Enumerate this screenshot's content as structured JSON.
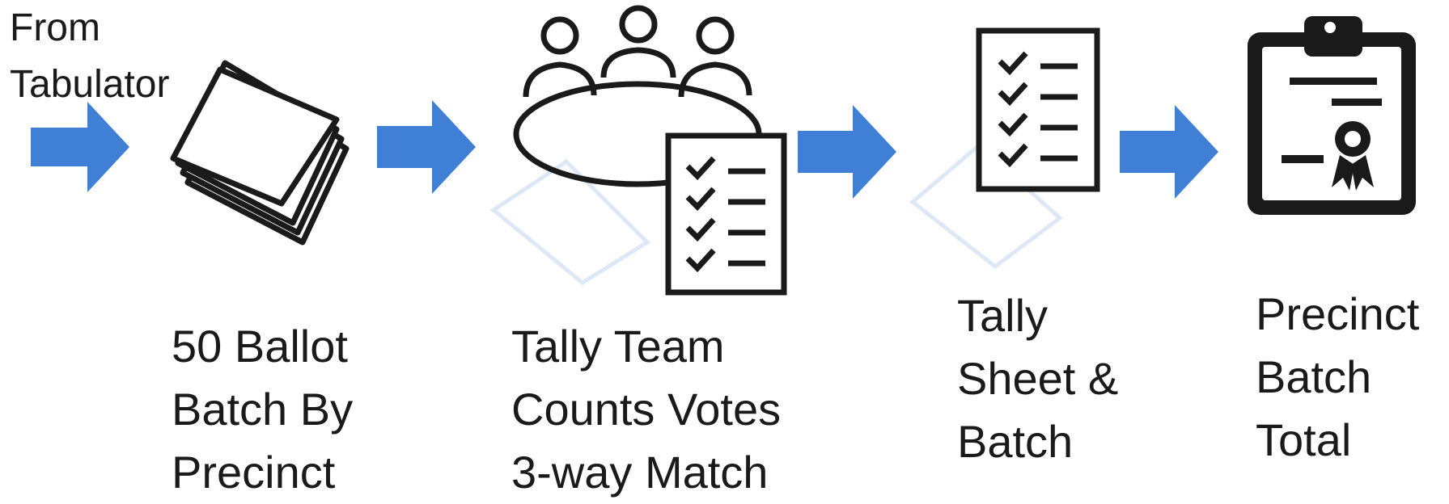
{
  "colors": {
    "arrow": "#3f7fd6",
    "ink": "#1a1a1a",
    "ghost": "#dde8f7",
    "paper": "#ffffff"
  },
  "icons": [
    "arrow-right-icon",
    "ballot-stack-icon",
    "tally-team-icon",
    "tally-sheet-icon",
    "clipboard-certificate-icon"
  ],
  "labels": {
    "from_tabulator": [
      "From",
      "Tabulator"
    ],
    "ballot_batch": [
      "50 Ballot",
      "Batch By",
      "Precinct"
    ],
    "tally_team": [
      "Tally Team",
      "Counts Votes",
      "3-way Match"
    ],
    "tally_sheet": [
      "Tally",
      "Sheet &",
      "Batch"
    ],
    "precinct_total": [
      "Precinct",
      "Batch",
      "Total"
    ]
  }
}
